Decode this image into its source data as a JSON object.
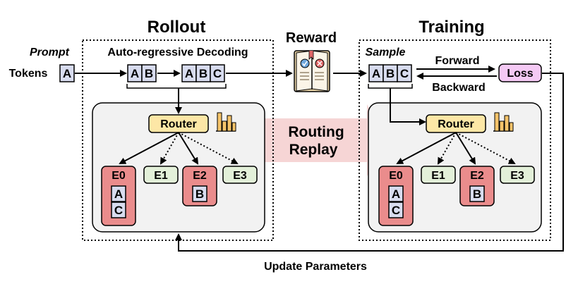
{
  "titles": {
    "rollout": "Rollout",
    "training": "Training",
    "reward": "Reward"
  },
  "labels": {
    "prompt": "Prompt",
    "tokens": "Tokens",
    "autoregressive": "Auto-regressive Decoding",
    "sample": "Sample",
    "forward": "Forward",
    "backward": "Backward",
    "loss": "Loss",
    "routing_line1": "Routing",
    "routing_line2": "Replay",
    "update": "Update Parameters",
    "router": "Router"
  },
  "tokens": {
    "a": "A",
    "b": "B",
    "c": "C"
  },
  "experts": {
    "e0": "E0",
    "e1": "E1",
    "e2": "E2",
    "e3": "E3"
  },
  "icons": {
    "reward": "reward-book-icon",
    "bars": "bar-chart-icon"
  },
  "colors": {
    "token_fill": "#d8dcef",
    "router_fill": "#fde7a6",
    "expert_active": "#ea8c8c",
    "expert_idle": "#e3f0d9",
    "loss_fill": "#f4c9f4",
    "panel_fill": "#f2f2f2",
    "replay_arrow": "#f6d5d5"
  }
}
